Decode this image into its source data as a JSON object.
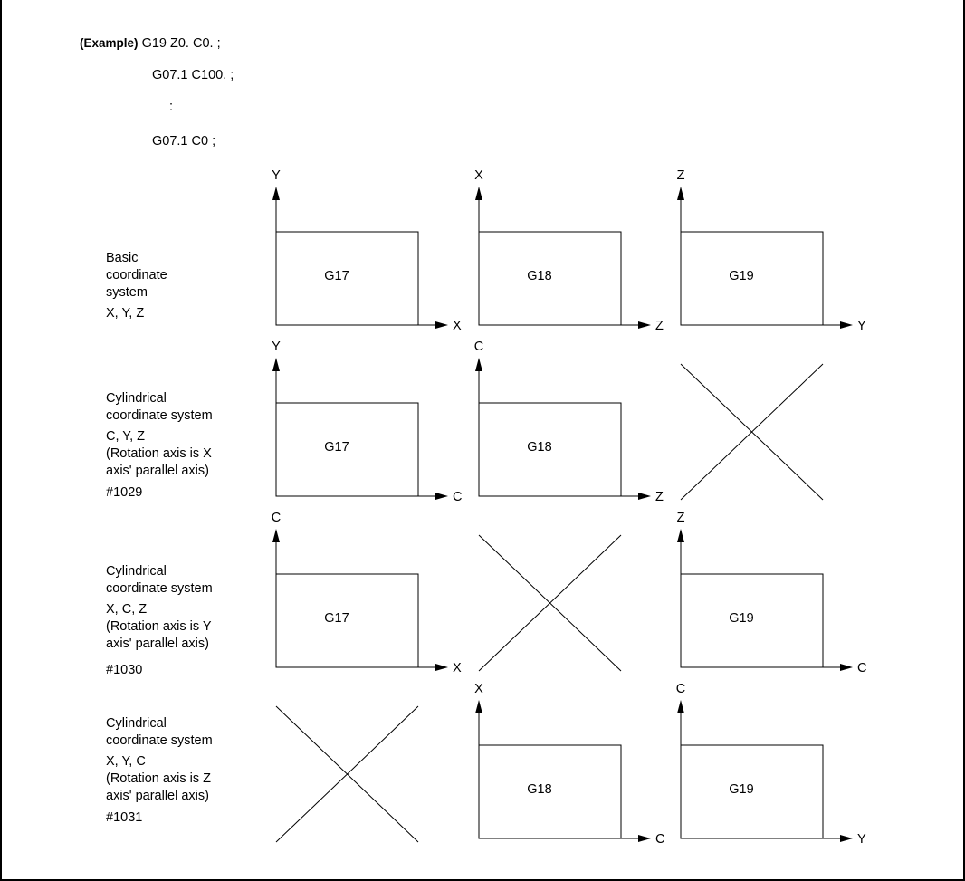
{
  "example": {
    "label": "(Example)",
    "lines": [
      "G19 Z0. C0. ;",
      "G07.1 C100. ;",
      ":",
      "G07.1 C0 ;"
    ]
  },
  "rows": [
    {
      "lines": [
        "Basic",
        "coordinate",
        "system",
        "X, Y, Z"
      ],
      "cells": [
        {
          "plane": "G17",
          "vertical": "Y",
          "horizontal": "X"
        },
        {
          "plane": "G18",
          "vertical": "X",
          "horizontal": "Z"
        },
        {
          "plane": "G19",
          "vertical": "Z",
          "horizontal": "Y"
        }
      ]
    },
    {
      "lines": [
        "Cylindrical",
        "coordinate system",
        "C, Y, Z",
        "(Rotation axis is X",
        "axis' parallel axis)",
        "#1029"
      ],
      "cells": [
        {
          "plane": "G17",
          "vertical": "Y",
          "horizontal": "C"
        },
        {
          "plane": "G18",
          "vertical": "C",
          "horizontal": "Z"
        },
        null
      ]
    },
    {
      "lines": [
        "Cylindrical",
        "coordinate system",
        "X, C, Z",
        "(Rotation axis is Y",
        "axis' parallel axis)",
        "#1030"
      ],
      "cells": [
        {
          "plane": "G17",
          "vertical": "C",
          "horizontal": "X"
        },
        null,
        {
          "plane": "G19",
          "vertical": "Z",
          "horizontal": "C"
        }
      ]
    },
    {
      "lines": [
        "Cylindrical",
        "coordinate system",
        "X, Y, C",
        "(Rotation axis is Z",
        "axis' parallel axis)",
        "#1031"
      ],
      "cells": [
        null,
        {
          "plane": "G18",
          "vertical": "X",
          "horizontal": "C"
        },
        {
          "plane": "G19",
          "vertical": "C",
          "horizontal": "Y"
        }
      ]
    }
  ]
}
